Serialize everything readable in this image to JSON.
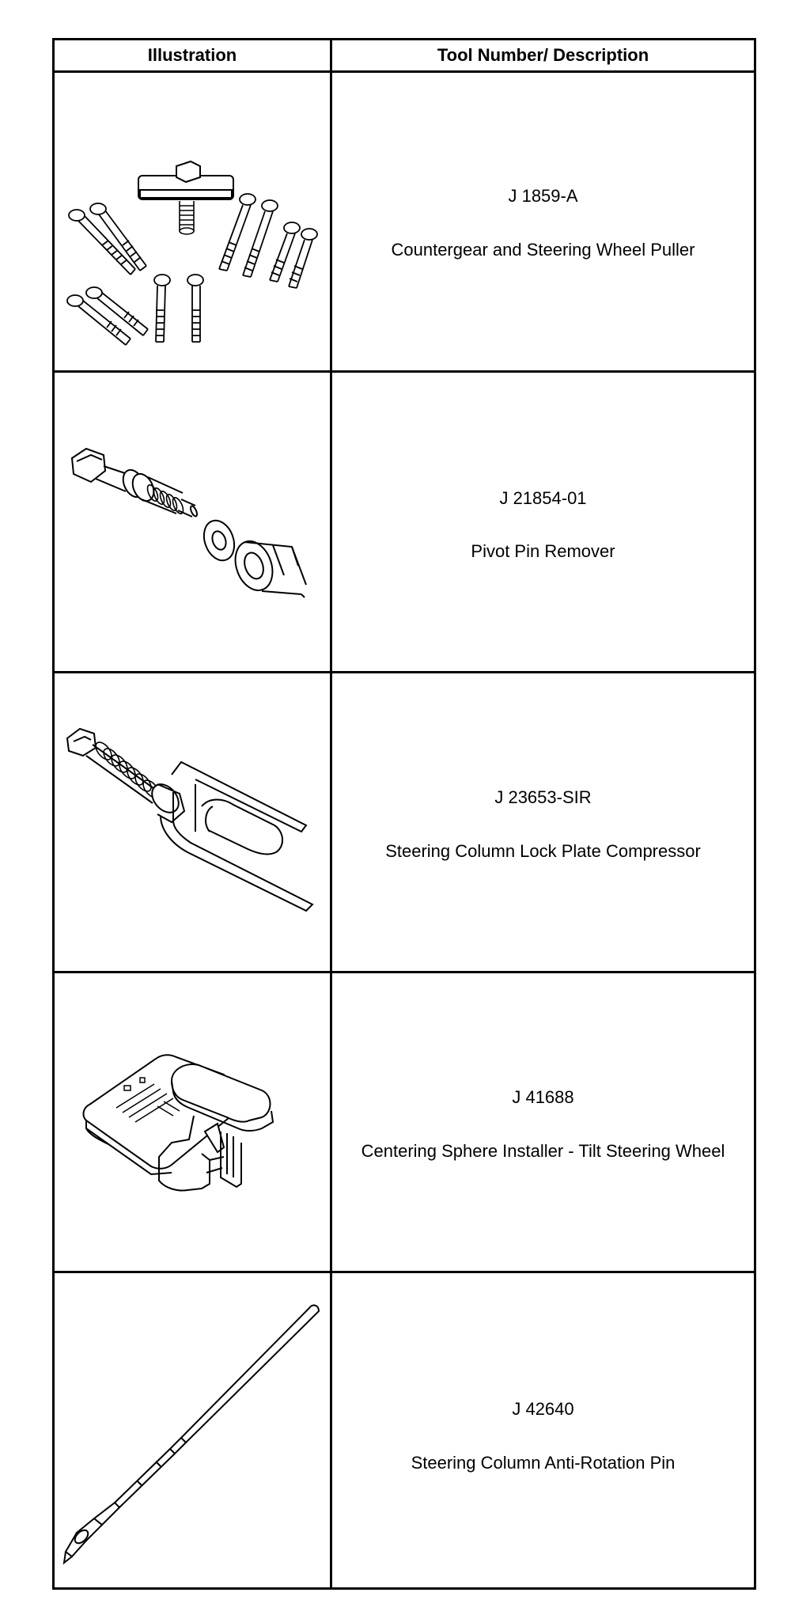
{
  "table": {
    "headers": {
      "illustration": "Illustration",
      "tool": "Tool Number/ Description"
    },
    "rows": [
      {
        "number": "J 1859-A",
        "description": "Countergear and Steering Wheel Puller",
        "illustration_icon": "countergear-puller-icon"
      },
      {
        "number": "J 21854-01",
        "description": "Pivot Pin Remover",
        "illustration_icon": "pivot-pin-remover-icon"
      },
      {
        "number": "J 23653-SIR",
        "description": "Steering Column Lock Plate Compressor",
        "illustration_icon": "lock-plate-compressor-icon"
      },
      {
        "number": "J 41688",
        "description": "Centering Sphere Installer - Tilt Steering Wheel",
        "illustration_icon": "centering-sphere-installer-icon"
      },
      {
        "number": "J 42640",
        "description": "Steering Column Anti-Rotation Pin",
        "illustration_icon": "anti-rotation-pin-icon"
      }
    ]
  }
}
